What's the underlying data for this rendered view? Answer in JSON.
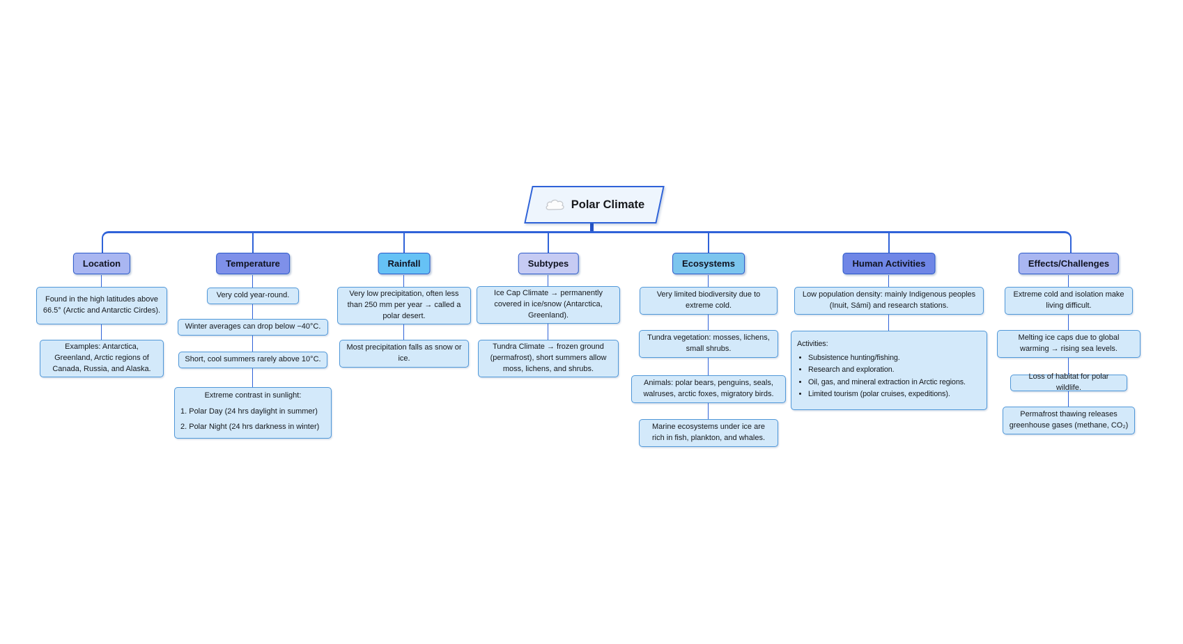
{
  "root": {
    "label": "Polar Climate",
    "icon": "cloud-icon"
  },
  "theme": {
    "connector_color": "#2f62d8",
    "child_node_fill": "#d3e9fa",
    "child_node_border": "#4f97d8",
    "root_fill": "#eef5fd",
    "header_colors": [
      "#a9b6f1",
      "#7e90e9",
      "#66c2f5",
      "#c6cbf3",
      "#7cc5ee",
      "#6f86e6",
      "#a9b6f1"
    ]
  },
  "branches": [
    {
      "label": "Location",
      "children": [
        {
          "text": "Found in the high latitudes above 66.5° (Arctic and Antarctic Cirdes)."
        },
        {
          "text": "Examples: Antarctica, Greenland, Arctic regions of Canada, Russia, and Alaska."
        }
      ]
    },
    {
      "label": "Temperature",
      "children": [
        {
          "text": "Very cold year-round."
        },
        {
          "text": "Winter averages can drop below −40°C."
        },
        {
          "text": "Short, cool summers rarely above 10°C."
        },
        {
          "title": "Extreme contrast in sunlight:",
          "items": [
            "1. Polar Day (24 hrs daylight in summer)",
            "2. Polar Night (24 hrs darkness in winter)"
          ]
        }
      ]
    },
    {
      "label": "Rainfall",
      "children": [
        {
          "text": "Very low precipitation, often less than 250 mm per year → called a polar desert."
        },
        {
          "text": "Most precipitation falls as snow or ice."
        }
      ]
    },
    {
      "label": "Subtypes",
      "children": [
        {
          "text": "Ice Cap Climate → permanently covered in ice/snow (Antarctica, Greenland)."
        },
        {
          "text": "Tundra Climate → frozen ground (permafrost), short summers allow moss, lichens, and shrubs."
        }
      ]
    },
    {
      "label": "Ecosystems",
      "children": [
        {
          "text": "Very limited biodiversity due to extreme cold."
        },
        {
          "text": "Tundra vegetation: mosses, lichens, small shrubs."
        },
        {
          "text": "Animals: polar bears, penguins, seals, walruses, arctic foxes, migratory birds."
        },
        {
          "text": "Marine ecosystems under ice are rich in fish, plankton, and whales."
        }
      ]
    },
    {
      "label": "Human Activities",
      "children": [
        {
          "text": "Low population density: mainly Indigenous peoples (Inuit, Sámi) and research stations."
        },
        {
          "title": "Activities:",
          "bullets": [
            "Subsistence hunting/fishing.",
            "Research and exploration.",
            "Oil, gas, and mineral extraction in Arctic regions.",
            "Limited tourism (polar cruises, expeditions)."
          ]
        }
      ]
    },
    {
      "label": "Effects/Challenges",
      "children": [
        {
          "text": "Extreme cold and isolation make living difficult."
        },
        {
          "text": "Melting ice caps due to global warming → rising sea levels."
        },
        {
          "text": "Loss of habitat for polar wildlife."
        },
        {
          "text": "Permafrost thawing releases greenhouse gases (methane, CO₂)"
        }
      ]
    }
  ]
}
